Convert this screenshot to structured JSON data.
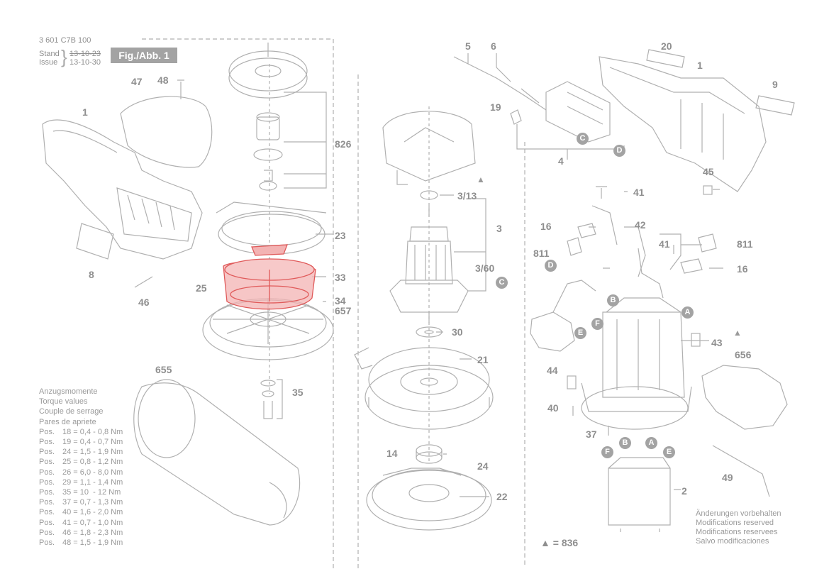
{
  "header": {
    "part_number": "3 601 C7B 100",
    "stand_label": "Stand",
    "issue_label": "Issue",
    "date_old": "13-10-23",
    "date_new": "13-10-30",
    "figure_label": "Fig./Abb. 1"
  },
  "torque": {
    "titles": [
      "Anzugsmomente",
      "Torque values",
      "Couple de serrage",
      "Pares de apriete"
    ],
    "rows": [
      {
        "pos": "Pos.",
        "text": "18 = 0,4 - 0,8 Nm"
      },
      {
        "pos": "Pos.",
        "text": "19 = 0,4 - 0,7 Nm"
      },
      {
        "pos": "Pos.",
        "text": "24 = 1,5 - 1,9 Nm"
      },
      {
        "pos": "Pos.",
        "text": "25 = 0,8 - 1,2 Nm"
      },
      {
        "pos": "Pos.",
        "text": "26 = 6,0 - 8,0 Nm"
      },
      {
        "pos": "Pos.",
        "text": "29 = 1,1 - 1,4 Nm"
      },
      {
        "pos": "Pos.",
        "text": "35 = 10  - 12 Nm"
      },
      {
        "pos": "Pos.",
        "text": "37 = 0,7 - 1,3 Nm"
      },
      {
        "pos": "Pos.",
        "text": "40 = 1,6 - 2,0 Nm"
      },
      {
        "pos": "Pos.",
        "text": "41 = 0,7 - 1,0 Nm"
      },
      {
        "pos": "Pos.",
        "text": "46 = 1,8 - 2,3 Nm"
      },
      {
        "pos": "Pos.",
        "text": "48 = 1,5 - 1,9 Nm"
      }
    ]
  },
  "modifications": [
    "Änderungen vorbehalten",
    "Modifications reserved",
    "Modifications reservees",
    "Salvo modificaciones"
  ],
  "legend": {
    "symbol": "▲",
    "text": "= 836"
  },
  "part_labels": {
    "p1a": "1",
    "p47": "47",
    "p48": "48",
    "p8": "8",
    "p46": "46",
    "p25": "25",
    "p826": "826",
    "p23": "23",
    "p33": "33",
    "p34": "34",
    "p657": "657",
    "p655": "655",
    "p35": "35",
    "p313": "3/13",
    "p3": "3",
    "p360": "3/60",
    "p30": "30",
    "p21": "21",
    "p14": "14",
    "p24": "24",
    "p22": "22",
    "p5": "5",
    "p6": "6",
    "p19": "19",
    "p4": "4",
    "p20": "20",
    "p1b": "1",
    "p9": "9",
    "p45": "45",
    "p41a": "41",
    "p16a": "16",
    "p42": "42",
    "p811a": "811",
    "p41b": "41",
    "p811b": "811",
    "p16b": "16",
    "p43": "43",
    "p656": "656",
    "p44": "44",
    "p40": "40",
    "p37": "37",
    "p49": "49",
    "p2": "2"
  },
  "connector_labels": {
    "c1": "C",
    "d1": "D",
    "d2": "D",
    "c2": "C",
    "b1": "B",
    "a1": "A",
    "f1": "F",
    "e1": "E",
    "f2": "F",
    "b2": "B",
    "a2": "A",
    "e2": "E"
  },
  "colors": {
    "highlight": "#e05a5a",
    "highlight_fill": "#f3b3b3",
    "line": "#a8a8a8",
    "badge": "#a3a3a3"
  }
}
